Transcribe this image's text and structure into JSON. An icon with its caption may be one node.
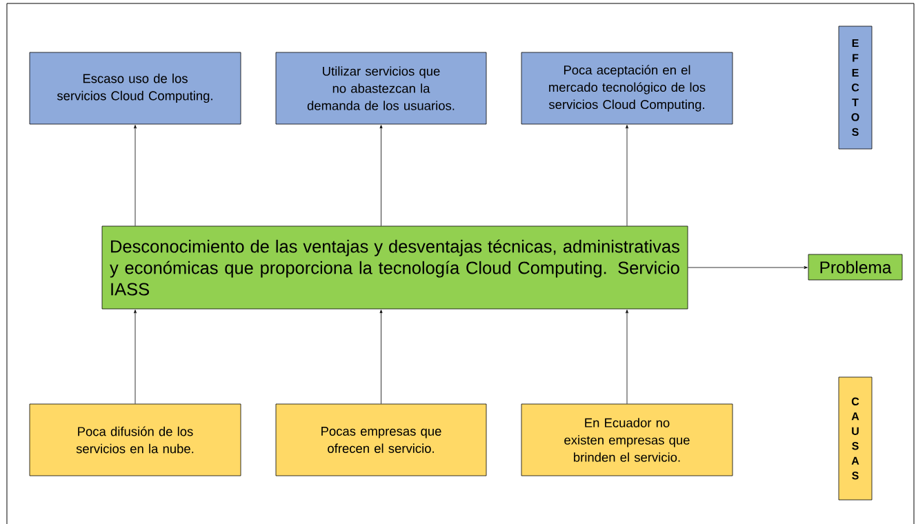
{
  "diagram": {
    "nodes": [
      {
        "text": [
          "Escaso uso de los servicios Cloud Computing."
        ]
      },
      {
        "text": [
          "Utilizar servicios que no abastezcan la demanda de los usuarios."
        ]
      },
      {
        "text": [
          "Poca aceptación en el mercado tecnológico de los servicios Cloud Computing."
        ]
      },
      {
        "text": [
          "EFECTOS"
        ]
      },
      {
        "text": [
          "Desconocimiento de las ventajas y desventajas técnicas, administrativas y económicas que proporciona la tecnología Cloud Computing. Servicio IASS"
        ]
      },
      {
        "text": [
          "Problema"
        ]
      },
      {
        "text": [
          "Poca difusión de los servicios en la nube."
        ]
      },
      {
        "text": [
          "Pocas empresas que ofrecen el servicio."
        ]
      },
      {
        "text": [
          "En Ecuador no existen empresas que brinden el servicio."
        ]
      },
      {
        "text": [
          "CAUSAS"
        ]
      }
    ],
    "edges": [
      {
        "from": 4,
        "to": 0,
        "arrow": "to"
      },
      {
        "from": 4,
        "to": 1,
        "arrow": "to"
      },
      {
        "from": 4,
        "to": 2,
        "arrow": "to"
      },
      {
        "from": 4,
        "to": 5,
        "arrow": "to"
      },
      {
        "from": 6,
        "to": 4,
        "arrow": "to"
      },
      {
        "from": 7,
        "to": 4,
        "arrow": "to"
      },
      {
        "from": 8,
        "to": 4,
        "arrow": "to"
      }
    ]
  }
}
